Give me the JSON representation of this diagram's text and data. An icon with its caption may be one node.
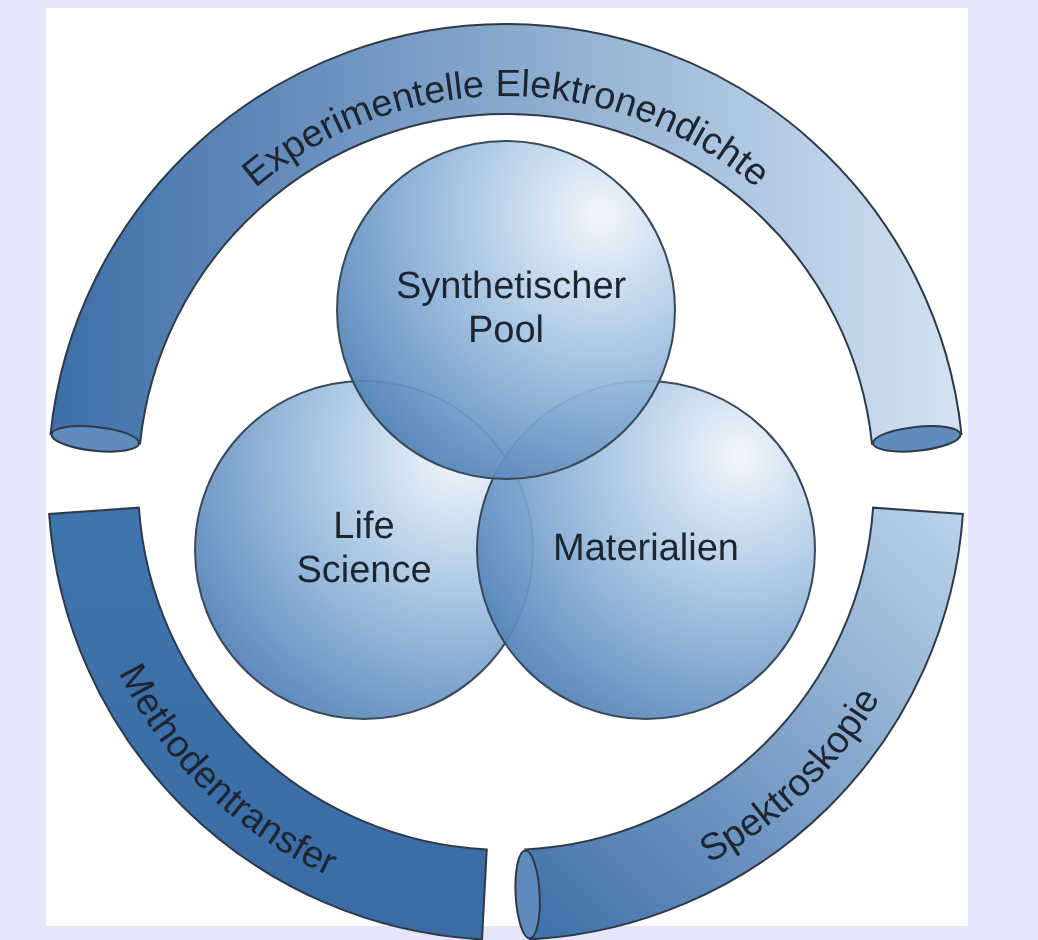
{
  "diagram": {
    "nodes": [
      {
        "text": [
          "Experimentelle Elektronendichte"
        ]
      },
      {
        "text": [
          "Synthetischer Pool"
        ]
      },
      {
        "text": [
          "Life Science"
        ]
      },
      {
        "text": [
          "Materialien"
        ]
      },
      {
        "text": [
          "Methodentransfer"
        ]
      },
      {
        "text": [
          "Spektroskopie"
        ]
      }
    ]
  }
}
